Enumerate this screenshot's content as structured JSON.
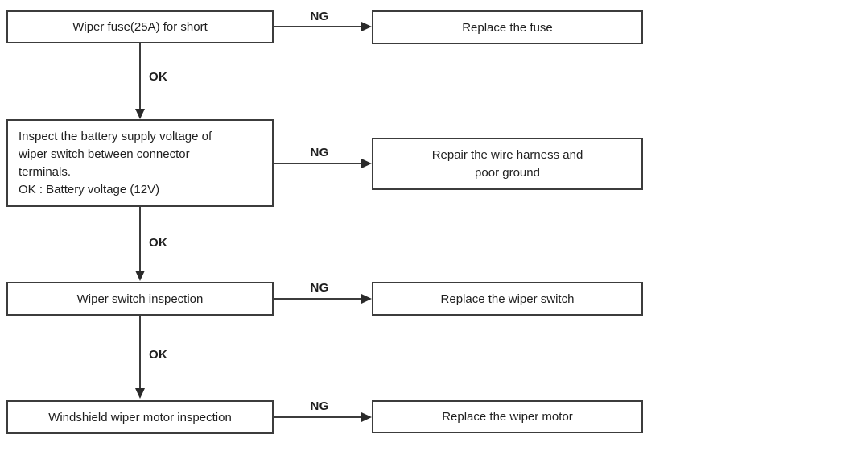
{
  "diagram": {
    "type": "flowchart",
    "subject": "windshield wiper troubleshooting",
    "background_color": "#ffffff",
    "ink_color": "#1f1f1f",
    "line_color": "#3c3c3c",
    "ng_label": "NG",
    "ok_label": "OK",
    "rows": [
      {
        "step": "Wiper fuse(25A) for short",
        "remedy": "Replace the fuse",
        "fail_branch": "NG",
        "pass_branch": "OK"
      },
      {
        "step_lines": [
          "Inspect the battery supply voltage of",
          "wiper switch between connector",
          "terminals.",
          "OK : Battery voltage (12V)"
        ],
        "remedy_lines": [
          "Repair the wire harness and",
          "poor ground"
        ],
        "fail_branch": "NG",
        "pass_branch": "OK"
      },
      {
        "step": "Wiper switch inspection",
        "remedy": "Replace the wiper switch",
        "fail_branch": "NG",
        "pass_branch": "OK"
      },
      {
        "step": "Windshield wiper motor inspection",
        "remedy": "Replace the wiper motor",
        "fail_branch": "NG"
      }
    ]
  }
}
